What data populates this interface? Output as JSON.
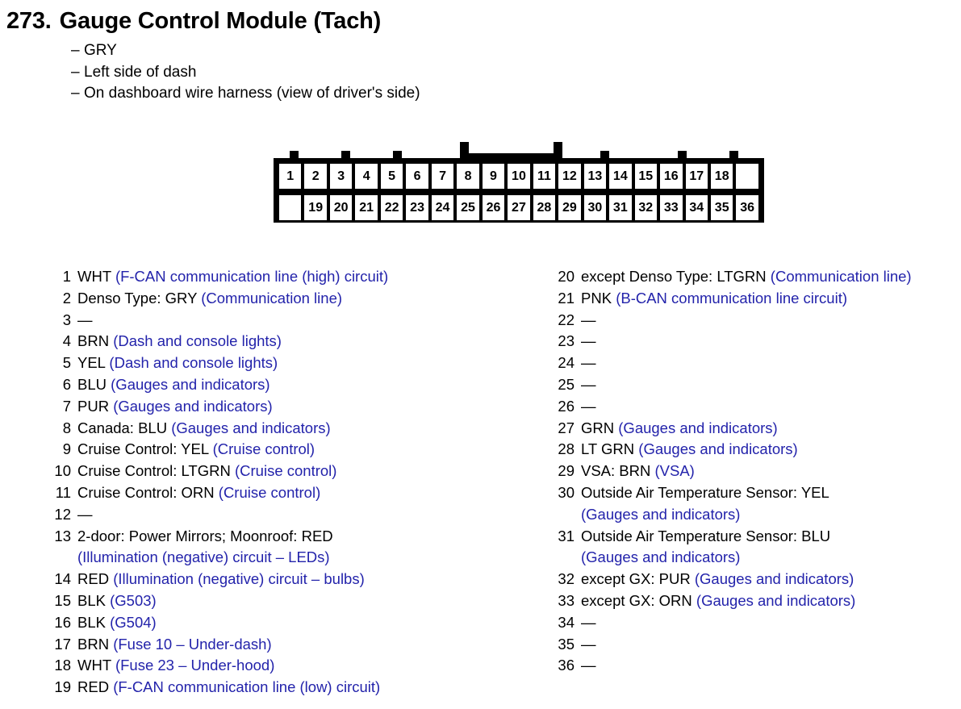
{
  "document": {
    "section_number": "273.",
    "title": "Gauge Control Module (Tach)",
    "notes": [
      "GRY",
      "Left side of dash",
      "On dashboard wire harness (view of driver's side)"
    ],
    "bullet_glyph": "–",
    "empty_pin_glyph": "—"
  },
  "colors": {
    "text": "#000000",
    "circuit_description": "#2323ab",
    "connector_outline": "#000000",
    "page_background": "#ffffff"
  },
  "connector": {
    "name": "36-pin connector diagram",
    "total_pins": 36,
    "top_row": [
      "1",
      "2",
      "3",
      "4",
      "5",
      "6",
      "7",
      "8",
      "9",
      "10",
      "11",
      "12",
      "13",
      "14",
      "15",
      "16",
      "17",
      "18",
      ""
    ],
    "bottom_row": [
      "",
      "19",
      "20",
      "21",
      "22",
      "23",
      "24",
      "25",
      "26",
      "27",
      "28",
      "29",
      "30",
      "31",
      "32",
      "33",
      "34",
      "35",
      "36"
    ],
    "latch_label": "locking-tab-bridge",
    "latch_spans_pins": [
      "8",
      "11"
    ]
  },
  "pins": {
    "left_column": [
      {
        "no": "1",
        "black": "WHT",
        "blue": "(F-CAN communication line (high) circuit)",
        "cont": ""
      },
      {
        "no": "2",
        "black": "Denso Type: GRY",
        "blue": "(Communication line)",
        "cont": ""
      },
      {
        "no": "3",
        "black": "—",
        "blue": "",
        "cont": ""
      },
      {
        "no": "4",
        "black": "BRN",
        "blue": "(Dash and console lights)",
        "cont": ""
      },
      {
        "no": "5",
        "black": "YEL",
        "blue": "(Dash and console lights)",
        "cont": ""
      },
      {
        "no": "6",
        "black": "BLU",
        "blue": "(Gauges and indicators)",
        "cont": ""
      },
      {
        "no": "7",
        "black": "PUR",
        "blue": "(Gauges and indicators)",
        "cont": ""
      },
      {
        "no": "8",
        "black": "Canada: BLU",
        "blue": "(Gauges and indicators)",
        "cont": ""
      },
      {
        "no": "9",
        "black": "Cruise Control: YEL",
        "blue": "(Cruise control)",
        "cont": ""
      },
      {
        "no": "10",
        "black": "Cruise Control: LTGRN",
        "blue": " (Cruise control)",
        "cont": ""
      },
      {
        "no": "11",
        "black": "Cruise Control: ORN",
        "blue": "(Cruise control)",
        "cont": ""
      },
      {
        "no": "12",
        "black": "—",
        "blue": "",
        "cont": ""
      },
      {
        "no": "13",
        "black": "2-door: Power Mirrors; Moonroof: RED",
        "blue": "",
        "cont": "(Illumination (negative) circuit – LEDs)"
      },
      {
        "no": "14",
        "black": "RED",
        "blue": "(Illumination (negative) circuit – bulbs)",
        "cont": ""
      },
      {
        "no": "15",
        "black": "BLK",
        "blue": "(G503)",
        "cont": ""
      },
      {
        "no": "16",
        "black": "BLK",
        "blue": "(G504)",
        "cont": ""
      },
      {
        "no": "17",
        "black": "BRN",
        "blue": "(Fuse 10 – Under-dash)",
        "cont": ""
      },
      {
        "no": "18",
        "black": "WHT",
        "blue": "(Fuse 23 – Under-hood)",
        "cont": ""
      },
      {
        "no": "19",
        "black": "RED",
        "blue": "(F-CAN communication line (low) circuit)",
        "cont": ""
      }
    ],
    "right_column": [
      {
        "no": "20",
        "black": "except Denso Type: LTGRN",
        "blue": " (Communication line)",
        "cont": ""
      },
      {
        "no": "21",
        "black": "PNK",
        "blue": "(B-CAN communication line circuit)",
        "cont": ""
      },
      {
        "no": "22",
        "black": "—",
        "blue": "",
        "cont": ""
      },
      {
        "no": "23",
        "black": "—",
        "blue": "",
        "cont": ""
      },
      {
        "no": "24",
        "black": "—",
        "blue": "",
        "cont": ""
      },
      {
        "no": "25",
        "black": "—",
        "blue": "",
        "cont": ""
      },
      {
        "no": "26",
        "black": "—",
        "blue": "",
        "cont": ""
      },
      {
        "no": "27",
        "black": "GRN",
        "blue": "(Gauges and indicators)",
        "cont": ""
      },
      {
        "no": "28",
        "black": "LT GRN",
        "blue": "(Gauges and indicators)",
        "cont": ""
      },
      {
        "no": "29",
        "black": "VSA: BRN",
        "blue": "(VSA)",
        "cont": ""
      },
      {
        "no": "30",
        "black": "Outside Air Temperature Sensor: YEL",
        "blue": "",
        "cont": "(Gauges and indicators)"
      },
      {
        "no": "31",
        "black": "Outside Air Temperature Sensor: BLU",
        "blue": "",
        "cont": "(Gauges and indicators)"
      },
      {
        "no": "32",
        "black": "except GX: PUR",
        "blue": "(Gauges and indicators)",
        "cont": ""
      },
      {
        "no": "33",
        "black": "except GX: ORN",
        "blue": "(Gauges and indicators)",
        "cont": ""
      },
      {
        "no": "34",
        "black": "—",
        "blue": "",
        "cont": ""
      },
      {
        "no": "35",
        "black": "—",
        "blue": "",
        "cont": ""
      },
      {
        "no": "36",
        "black": "—",
        "blue": "",
        "cont": ""
      }
    ]
  }
}
